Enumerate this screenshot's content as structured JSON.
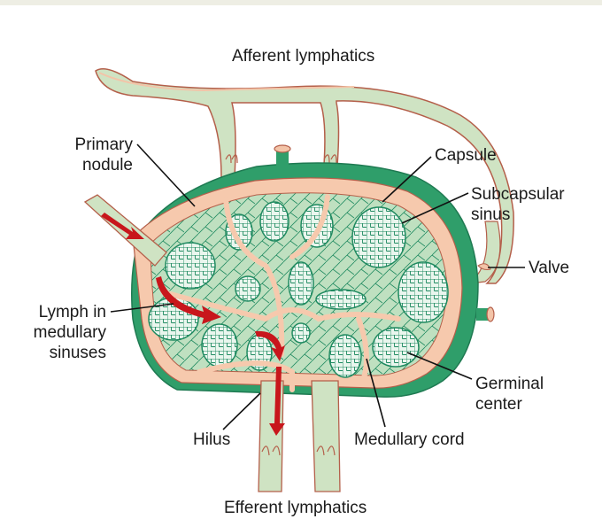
{
  "figure": {
    "subject": "Lymph node structure",
    "colors": {
      "capsule": "#2f9e6a",
      "lymph_vessel_fill": "#cfe3c3",
      "vessel_wall": "#f3c4a8",
      "vessel_outline": "#b45f4a",
      "sinus": "#f6c9ad",
      "cortex_tissue": "#bfe0c0",
      "follicle_fill": "#eaf6ee",
      "follicle_lines": "#1f8a60",
      "arrow": "#c8161c",
      "label_line": "#111111"
    }
  },
  "labels": {
    "afferent_lymphatics": "Afferent lymphatics",
    "primary_nodule_line1": "Primary",
    "primary_nodule_line2": "nodule",
    "capsule": "Capsule",
    "subcapsular_sinus_line1": "Subcapsular",
    "subcapsular_sinus_line2": "sinus",
    "valve": "Valve",
    "lymph_medullary_line1": "Lymph in",
    "lymph_medullary_line2": "medullary",
    "lymph_medullary_line3": "sinuses",
    "germinal_center_line1": "Germinal",
    "germinal_center_line2": "center",
    "hilus": "Hilus",
    "medullary_cord": "Medullary cord",
    "efferent_lymphatics": "Efferent lymphatics"
  }
}
